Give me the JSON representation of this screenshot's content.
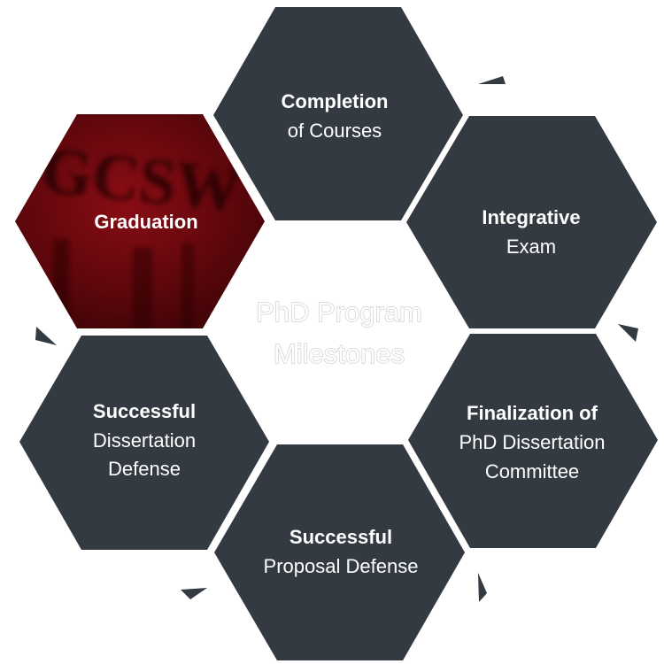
{
  "center": {
    "line1": "PhD Program",
    "line2": "Milestones"
  },
  "milestones": [
    {
      "bold": "Completion",
      "regular": [
        "of Courses"
      ]
    },
    {
      "bold": "Integrative",
      "regular": [
        "Exam"
      ]
    },
    {
      "bold": "Finalization of",
      "regular": [
        "PhD Dissertation",
        "Committee"
      ]
    },
    {
      "bold": "Successful",
      "regular": [
        "Proposal Defense"
      ]
    },
    {
      "bold": "Successful",
      "regular": [
        "Dissertation",
        "Defense"
      ]
    },
    {
      "bold": "Graduation",
      "regular": [],
      "image_text": "GCSW"
    }
  ],
  "colors": {
    "hexagon": "#333a42",
    "graduation": "#7a0a10",
    "text": "#ffffff"
  }
}
